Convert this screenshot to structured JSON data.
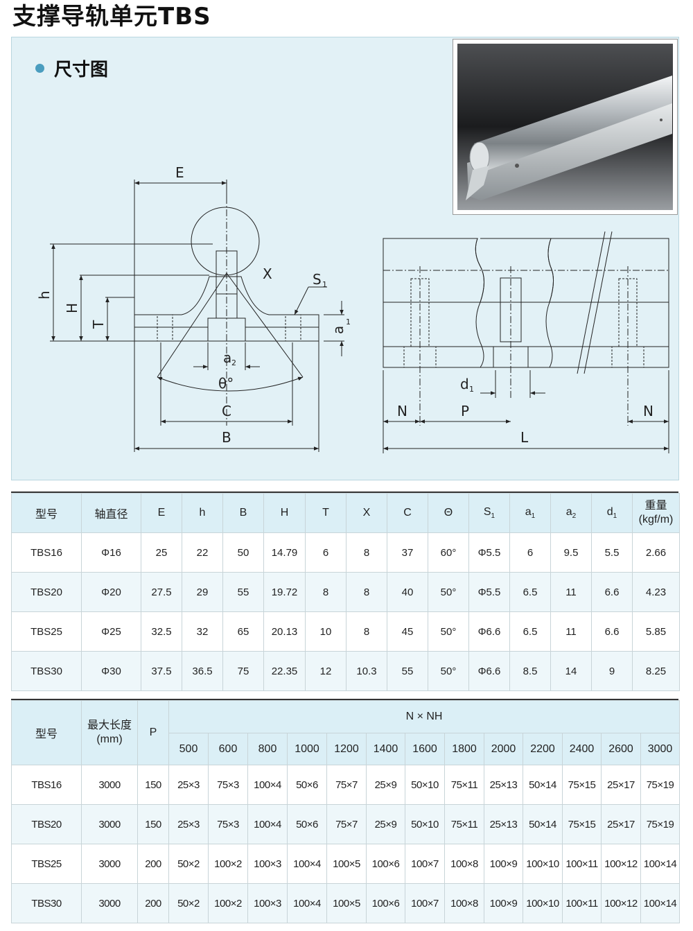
{
  "page": {
    "title": "支撑导轨单元TBS",
    "section": "尺寸图",
    "colors": {
      "panel_bg": "#e2f1f6",
      "header_bg": "#dbeff6",
      "bullet": "#4a9dbf"
    }
  },
  "drawing_labels": {
    "E": "E",
    "h": "h",
    "H": "H",
    "T": "T",
    "X": "X",
    "S1": "S",
    "S1_sub": "1",
    "a1": "a",
    "a1_sub": "1",
    "a2": "a",
    "a2_sub": "2",
    "theta": "θ°",
    "C": "C",
    "B": "B",
    "d1": "d",
    "d1_sub": "1",
    "N_left": "N",
    "P": "P",
    "N_right": "N",
    "L": "L"
  },
  "table1": {
    "headers": [
      "型号",
      "轴直径",
      "E",
      "h",
      "B",
      "H",
      "T",
      "X",
      "C",
      "Θ",
      "S",
      "a",
      "a",
      "d",
      "重量"
    ],
    "header_subs": {
      "S": "1",
      "a1": "1",
      "a2": "2",
      "d": "1"
    },
    "weight_unit": "(kgf/m)",
    "rows": [
      [
        "TBS16",
        "Φ16",
        "25",
        "22",
        "50",
        "14.79",
        "6",
        "8",
        "37",
        "60°",
        "Φ5.5",
        "6",
        "9.5",
        "5.5",
        "2.66"
      ],
      [
        "TBS20",
        "Φ20",
        "27.5",
        "29",
        "55",
        "19.72",
        "8",
        "8",
        "40",
        "50°",
        "Φ5.5",
        "6.5",
        "11",
        "6.6",
        "4.23"
      ],
      [
        "TBS25",
        "Φ25",
        "32.5",
        "32",
        "65",
        "20.13",
        "10",
        "8",
        "45",
        "50°",
        "Φ6.6",
        "6.5",
        "11",
        "6.6",
        "5.85"
      ],
      [
        "TBS30",
        "Φ30",
        "37.5",
        "36.5",
        "75",
        "22.35",
        "12",
        "10.3",
        "55",
        "50°",
        "Φ6.6",
        "8.5",
        "14",
        "9",
        "8.25"
      ]
    ]
  },
  "table2": {
    "header_model": "型号",
    "header_maxlen": "最大长度",
    "header_maxlen_unit": "(mm)",
    "header_p": "P",
    "header_group": "N × NH",
    "lengths": [
      "500",
      "600",
      "800",
      "1000",
      "1200",
      "1400",
      "1600",
      "1800",
      "2000",
      "2200",
      "2400",
      "2600",
      "3000"
    ],
    "rows": [
      [
        "TBS16",
        "3000",
        "150",
        "25×3",
        "75×3",
        "100×4",
        "50×6",
        "75×7",
        "25×9",
        "50×10",
        "75×11",
        "25×13",
        "50×14",
        "75×15",
        "25×17",
        "75×19"
      ],
      [
        "TBS20",
        "3000",
        "150",
        "25×3",
        "75×3",
        "100×4",
        "50×6",
        "75×7",
        "25×9",
        "50×10",
        "75×11",
        "25×13",
        "50×14",
        "75×15",
        "25×17",
        "75×19"
      ],
      [
        "TBS25",
        "3000",
        "200",
        "50×2",
        "100×2",
        "100×3",
        "100×4",
        "100×5",
        "100×6",
        "100×7",
        "100×8",
        "100×9",
        "100×10",
        "100×11",
        "100×12",
        "100×14"
      ],
      [
        "TBS30",
        "3000",
        "200",
        "50×2",
        "100×2",
        "100×3",
        "100×4",
        "100×5",
        "100×6",
        "100×7",
        "100×8",
        "100×9",
        "100×10",
        "100×11",
        "100×12",
        "100×14"
      ]
    ]
  }
}
